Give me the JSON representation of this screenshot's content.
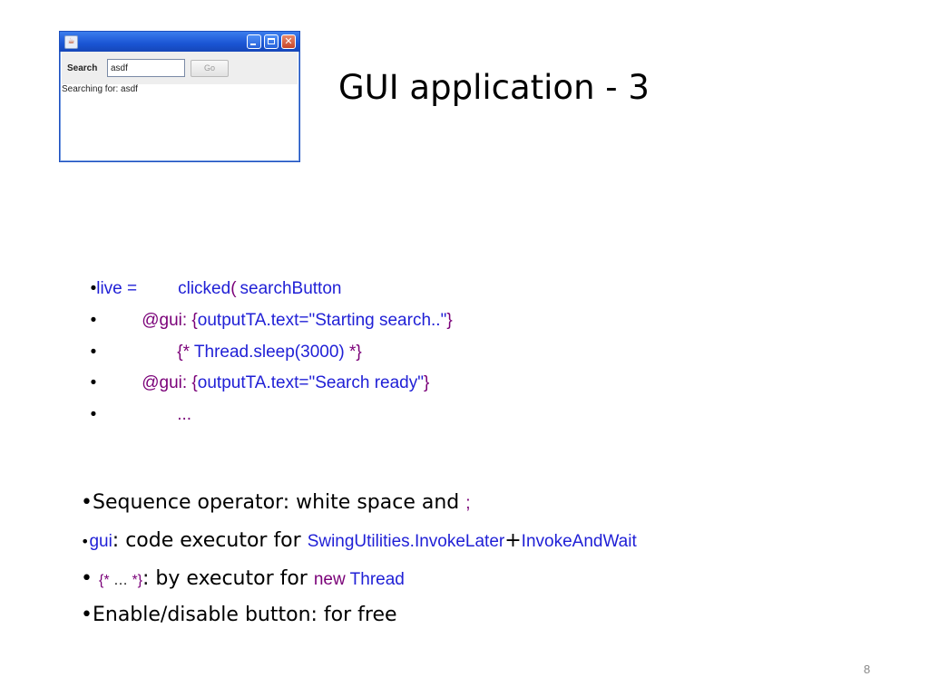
{
  "window": {
    "app_icon": "java-cup-icon",
    "search_label": "Search",
    "search_value": "asdf",
    "go_label": "Go",
    "output_text": "Searching for: asdf"
  },
  "slide": {
    "title": "GUI application - 3",
    "code": {
      "line1": {
        "bullet": "•",
        "live": "live =",
        "clicked": "clicked",
        "paren": "(",
        "target": "searchButton"
      },
      "line2": {
        "bullet": "•",
        "gui": "@gui:",
        "open": "{",
        "body": "outputTA.text=\"Starting search..\"",
        "close": "}"
      },
      "line3": {
        "bullet": "•",
        "open": "{*",
        "body": " Thread.sleep(3000) ",
        "close": "*}"
      },
      "line4": {
        "bullet": "•",
        "gui": "@gui:",
        "open": "{",
        "body": "outputTA.text=\"Search ready\"",
        "close": "}"
      },
      "line5": {
        "bullet": "•",
        "ellipsis": "..."
      }
    },
    "bullets": {
      "b1": {
        "text": "•Sequence operator: white space and ",
        "semi": ";"
      },
      "b2": {
        "dot": "•",
        "gui": "gui",
        "text": ": code executor for ",
        "invoke_later": "SwingUtilities.InvokeLater",
        "plus": "+",
        "invoke_wait": "InvokeAndWait"
      },
      "b3": {
        "dot": "• ",
        "open": "{*",
        "mid": " … ",
        "close": "*}",
        "text": ": by executor for ",
        "new_kw": "new",
        "thread": " Thread"
      },
      "b4": {
        "text": "•Enable/disable button: for free"
      }
    },
    "page_number": "8"
  },
  "colors": {
    "keyword_blue": "#1f1fd6",
    "brace_purple": "#7a0078",
    "titlebar_blue": "#1a55d4"
  }
}
